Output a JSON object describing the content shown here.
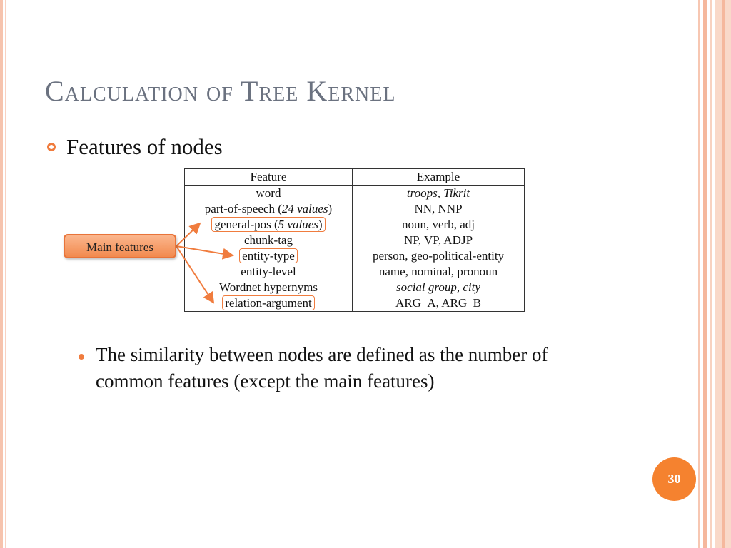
{
  "slide": {
    "title": "Calculation of Tree Kernel",
    "bullet_main": "Features of nodes",
    "main_features_label": "Main features",
    "bullet_sub": "The similarity between nodes are defined as the number of common features (except the main features)",
    "page_number": "30",
    "accent_color": "#f07c3e"
  },
  "table": {
    "headers": [
      "Feature",
      "Example"
    ],
    "rows": [
      {
        "feature": "word",
        "example": "troops, Tikrit"
      },
      {
        "feature_pre": "part-of-speech (",
        "feature_em": "24 values",
        "feature_post": ")",
        "example": "NN, NNP"
      },
      {
        "feature_pre": "general-pos (",
        "feature_em": "5 values",
        "feature_post": ")",
        "example": "noun, verb, adj"
      },
      {
        "feature": "chunk-tag",
        "example": "NP, VP, ADJP"
      },
      {
        "feature": "entity-type",
        "example": "person, geo-political-entity"
      },
      {
        "feature": "entity-level",
        "example": "name, nominal, pronoun"
      },
      {
        "feature": "Wordnet hypernyms",
        "example": "social group, city"
      },
      {
        "feature": "relation-argument",
        "example": "ARG_A, ARG_B"
      }
    ]
  }
}
